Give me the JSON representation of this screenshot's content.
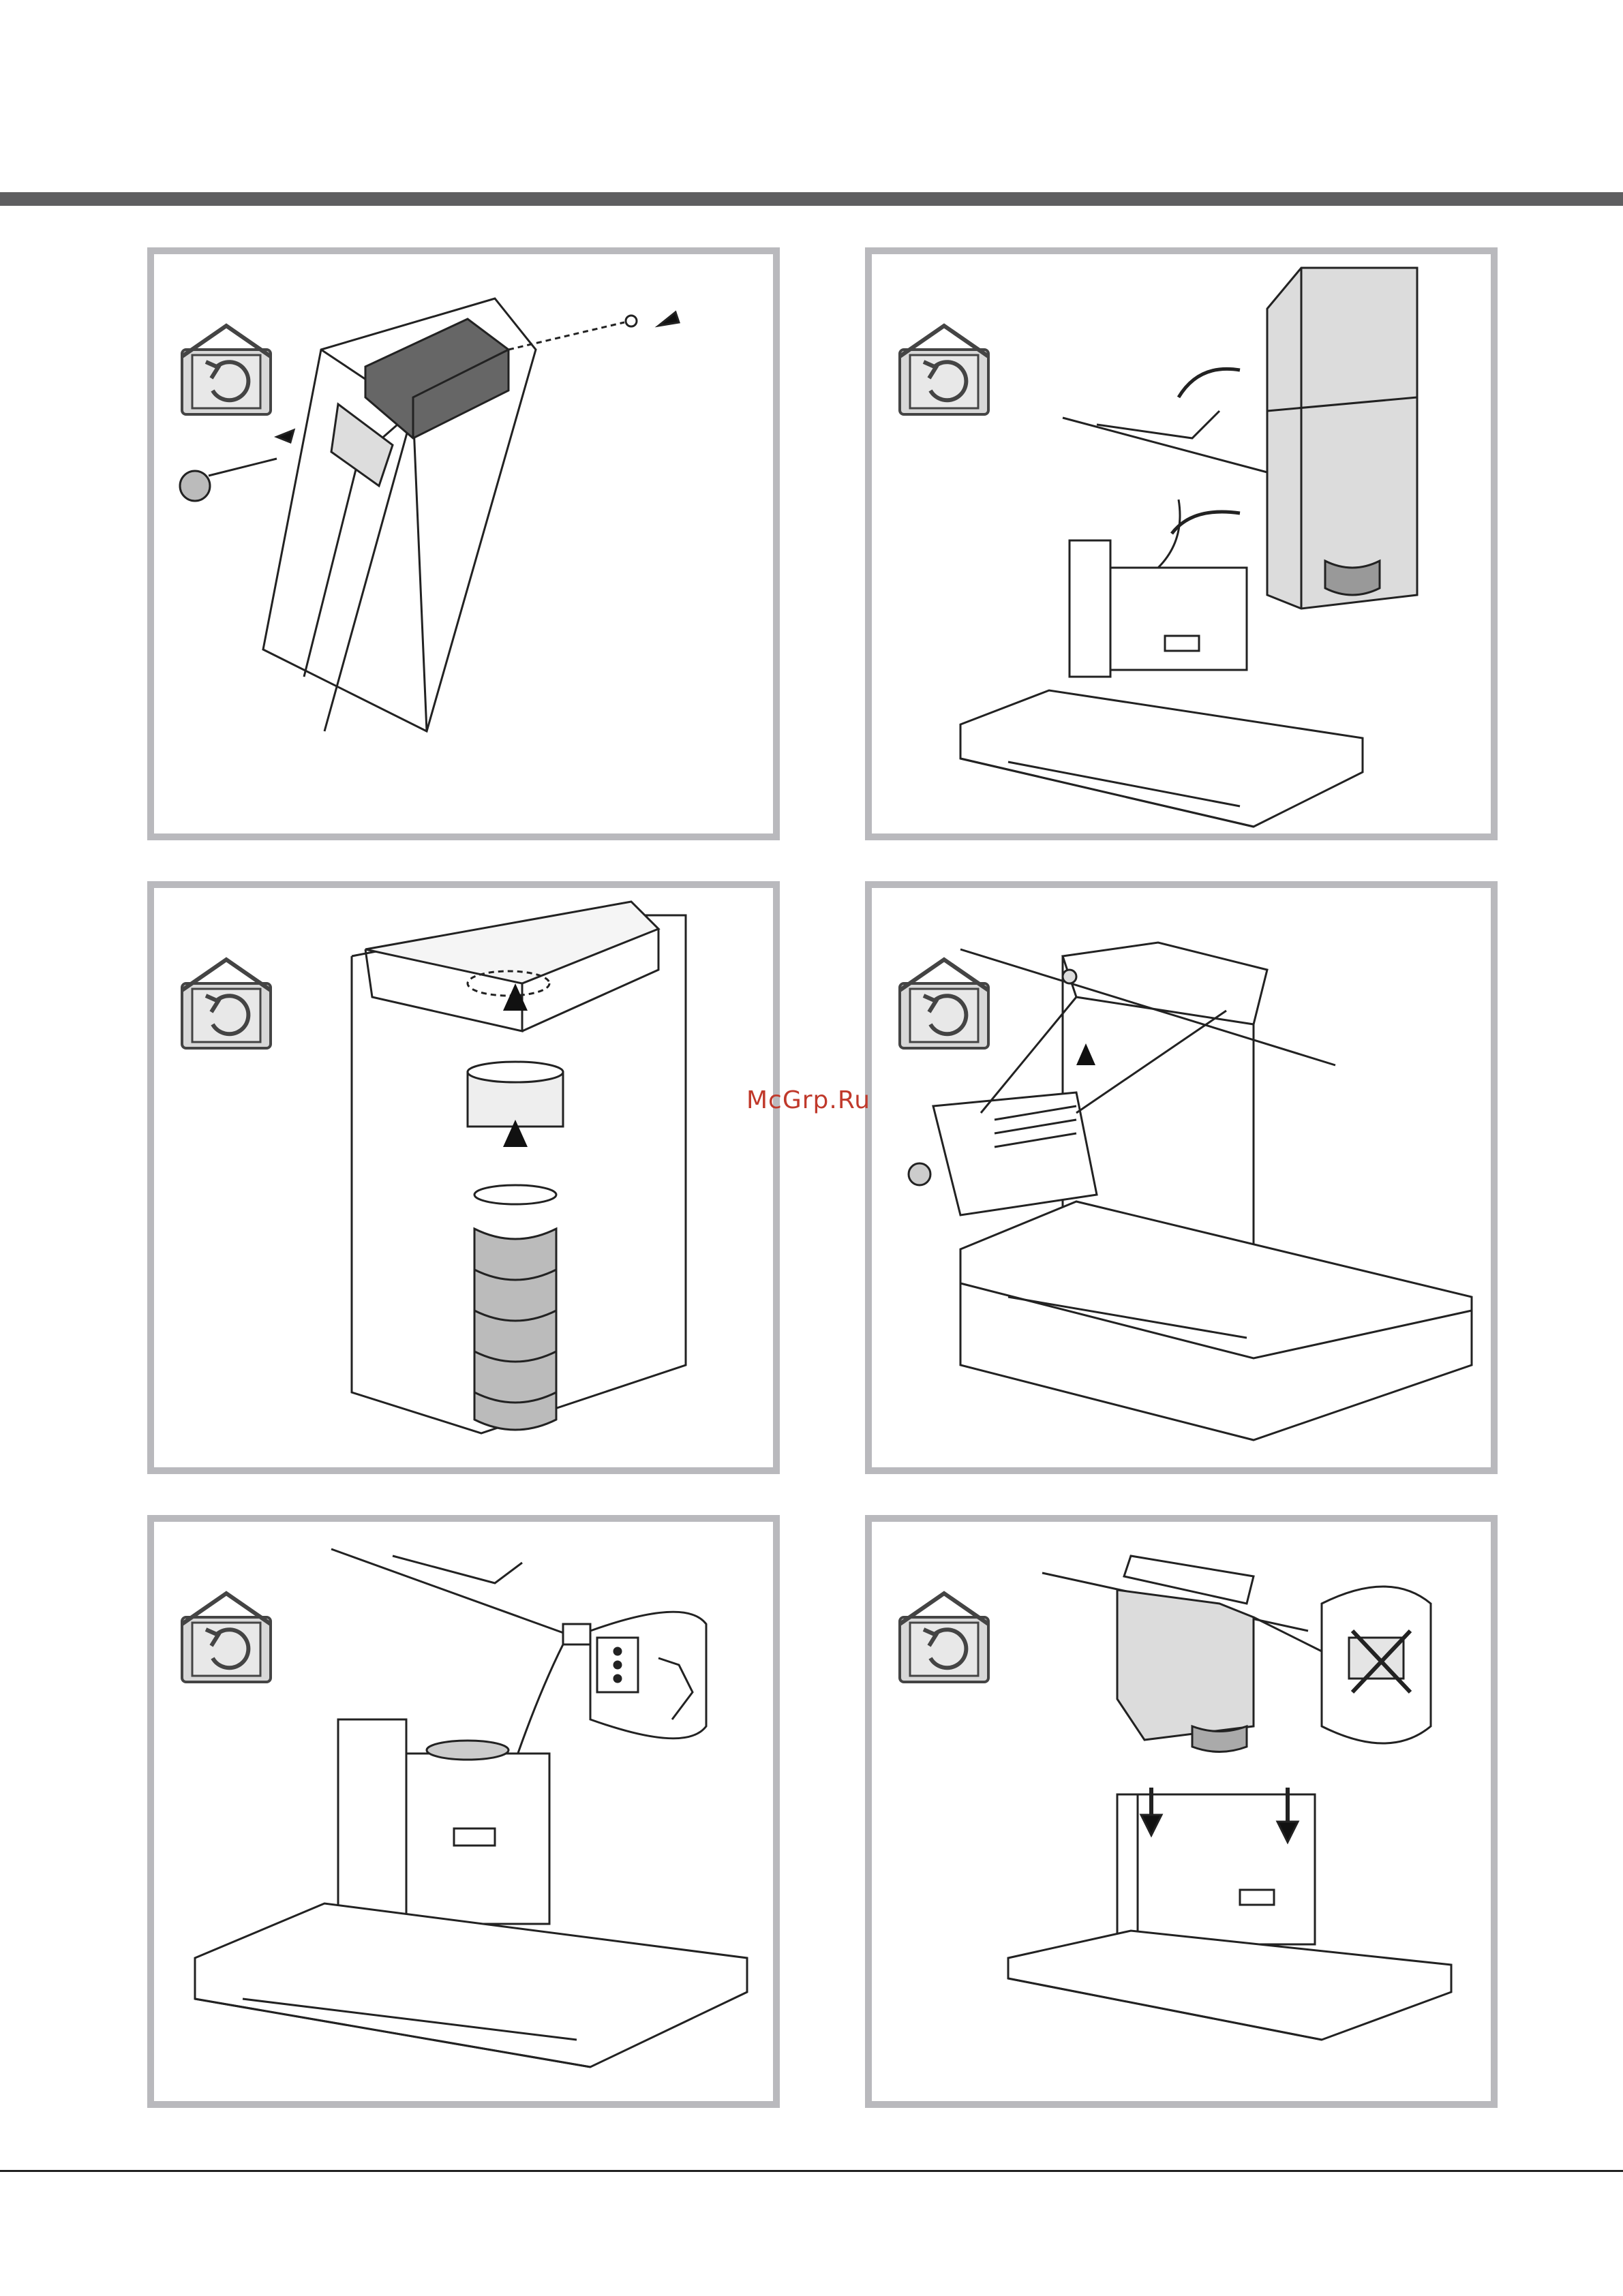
{
  "watermark": {
    "text": "McGrp.Ru"
  },
  "icons": {
    "step_icon": "house-rotate-icon"
  },
  "panels": [
    {
      "name": "panel-1"
    },
    {
      "name": "panel-2"
    },
    {
      "name": "panel-3"
    },
    {
      "name": "panel-4"
    },
    {
      "name": "panel-5"
    },
    {
      "name": "panel-6"
    }
  ],
  "colors": {
    "rule": "#5e5e60",
    "frame": "#b9b9bd",
    "watermark": "#c0392b",
    "chimney": "#dcdcdc"
  }
}
